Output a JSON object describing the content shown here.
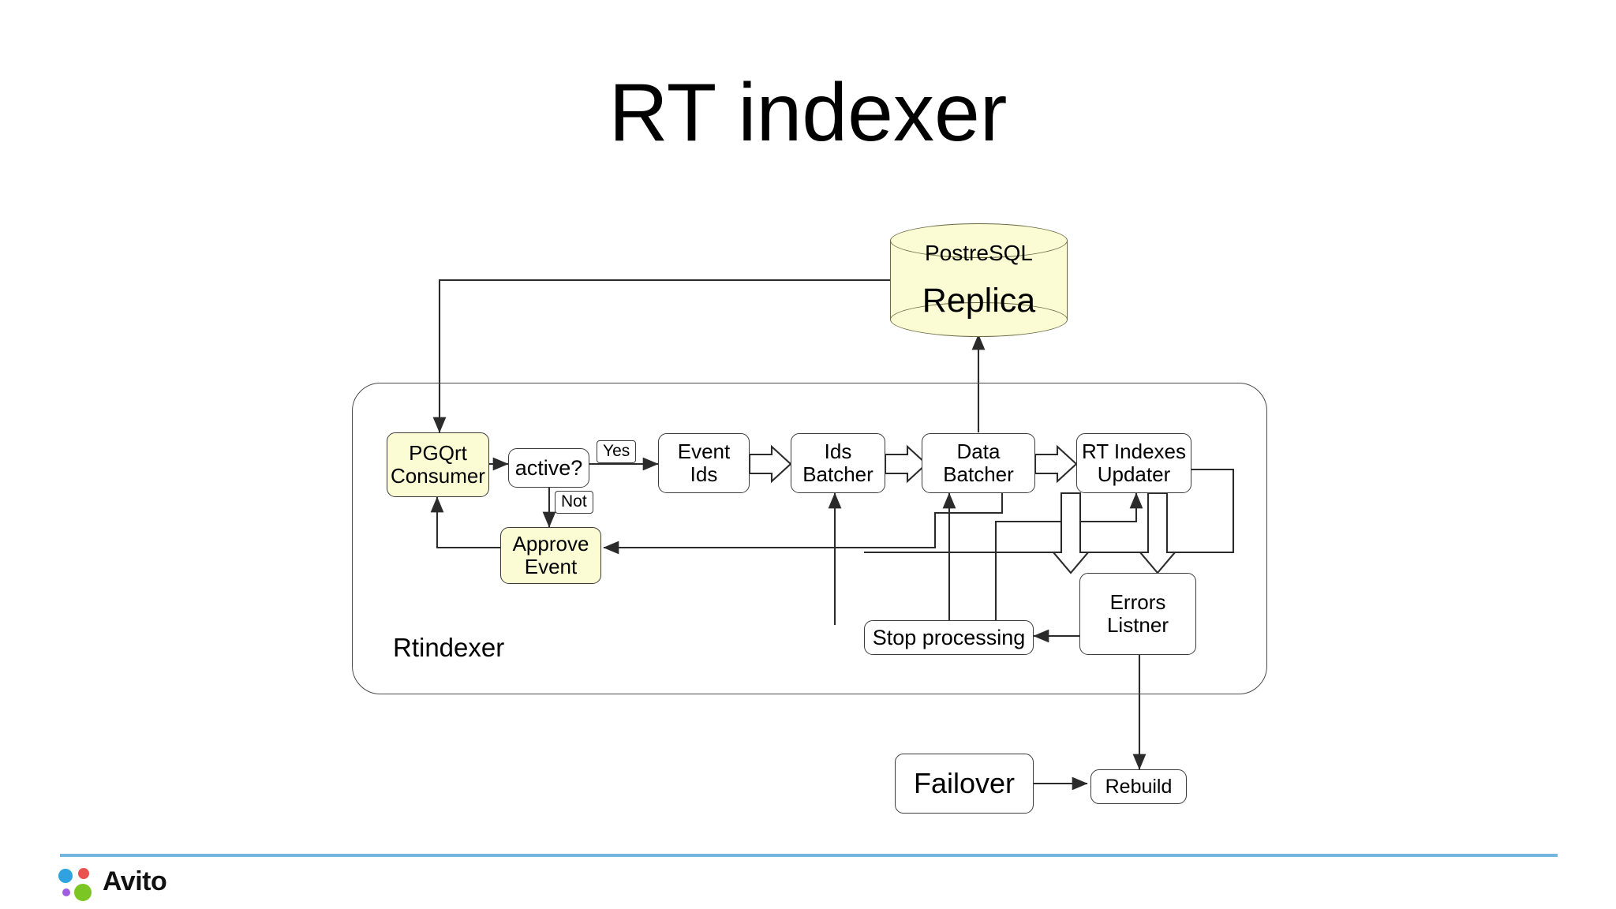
{
  "slide": {
    "title": "RT indexer",
    "background": "#ffffff"
  },
  "colors": {
    "node_fill": "#ffffff",
    "node_fill_accent": "#fbfbd4",
    "node_stroke": "#3b3b3b",
    "cylinder_fill": "#fbfbd4",
    "cylinder_stroke": "#6b6b44",
    "divider": "#74b4e0",
    "logo_blue": "#2ea3e0",
    "logo_red": "#e8534f",
    "logo_purple": "#a05de0",
    "logo_green": "#7cc623",
    "wordmark": "#111111"
  },
  "database": {
    "name": "PostreSQL",
    "instance": "Replica"
  },
  "container": {
    "label": "Rtindexer"
  },
  "nodes": {
    "pgqrt_consumer": "PGQrt\nConsumer",
    "active": "active?",
    "approve_event": "Approve\nEvent",
    "event_ids": "Event\nIds",
    "ids_batcher": "Ids\nBatcher",
    "data_batcher": "Data\nBatcher",
    "rt_indexes_updater": "RT Indexes\nUpdater",
    "errors_listner": "Errors\nListner",
    "stop_processing": "Stop processing",
    "failover": "Failover",
    "rebuild": "Rebuild"
  },
  "edge_labels": {
    "yes": "Yes",
    "not": "Not"
  },
  "footer": {
    "brand": "Avito"
  },
  "chart_data": {
    "type": "diagram",
    "title": "RT indexer",
    "nodes": [
      {
        "id": "postgresql_replica",
        "label": "PostreSQL / Replica",
        "shape": "cylinder",
        "fill": "#fbfbd4"
      },
      {
        "id": "pgqrt_consumer",
        "label": "PGQrt Consumer",
        "shape": "rounded-rect",
        "fill": "#fbfbd4",
        "group": "Rtindexer"
      },
      {
        "id": "active",
        "label": "active?",
        "shape": "rounded-rect",
        "fill": "#ffffff",
        "group": "Rtindexer"
      },
      {
        "id": "approve_event",
        "label": "Approve Event",
        "shape": "rounded-rect",
        "fill": "#fbfbd4",
        "group": "Rtindexer"
      },
      {
        "id": "event_ids",
        "label": "Event Ids",
        "shape": "rounded-rect",
        "fill": "#ffffff",
        "group": "Rtindexer"
      },
      {
        "id": "ids_batcher",
        "label": "Ids Batcher",
        "shape": "rounded-rect",
        "fill": "#ffffff",
        "group": "Rtindexer"
      },
      {
        "id": "data_batcher",
        "label": "Data Batcher",
        "shape": "rounded-rect",
        "fill": "#ffffff",
        "group": "Rtindexer"
      },
      {
        "id": "rt_indexes_updater",
        "label": "RT Indexes Updater",
        "shape": "rounded-rect",
        "fill": "#ffffff",
        "group": "Rtindexer"
      },
      {
        "id": "errors_listner",
        "label": "Errors Listner",
        "shape": "rounded-rect",
        "fill": "#ffffff",
        "group": "Rtindexer"
      },
      {
        "id": "stop_processing",
        "label": "Stop processing",
        "shape": "rounded-rect",
        "fill": "#ffffff",
        "group": "Rtindexer"
      },
      {
        "id": "failover",
        "label": "Failover",
        "shape": "rounded-rect",
        "fill": "#ffffff"
      },
      {
        "id": "rebuild",
        "label": "Rebuild",
        "shape": "rounded-rect",
        "fill": "#ffffff"
      }
    ],
    "edges": [
      {
        "from": "postgresql_replica",
        "to": "pgqrt_consumer",
        "style": "thin",
        "label": ""
      },
      {
        "from": "pgqrt_consumer",
        "to": "active",
        "style": "thin",
        "label": ""
      },
      {
        "from": "active",
        "to": "event_ids",
        "style": "thin",
        "label": "Yes"
      },
      {
        "from": "active",
        "to": "approve_event",
        "style": "thin",
        "label": "Not"
      },
      {
        "from": "approve_event",
        "to": "pgqrt_consumer",
        "style": "thin",
        "label": ""
      },
      {
        "from": "event_ids",
        "to": "ids_batcher",
        "style": "block",
        "label": ""
      },
      {
        "from": "ids_batcher",
        "to": "data_batcher",
        "style": "block",
        "label": ""
      },
      {
        "from": "data_batcher",
        "to": "rt_indexes_updater",
        "style": "block",
        "label": ""
      },
      {
        "from": "data_batcher",
        "to": "postgresql_replica",
        "style": "thin",
        "label": ""
      },
      {
        "from": "data_batcher",
        "to": "errors_listner",
        "style": "block",
        "label": ""
      },
      {
        "from": "rt_indexes_updater",
        "to": "errors_listner",
        "style": "block",
        "label": ""
      },
      {
        "from": "rt_indexes_updater",
        "to": "approve_event",
        "style": "thin",
        "label": ""
      },
      {
        "from": "errors_listner",
        "to": "stop_processing",
        "style": "thin",
        "label": ""
      },
      {
        "from": "stop_processing",
        "to": "ids_batcher",
        "style": "thin",
        "label": ""
      },
      {
        "from": "stop_processing",
        "to": "data_batcher",
        "style": "thin",
        "label": ""
      },
      {
        "from": "stop_processing",
        "to": "rt_indexes_updater",
        "style": "thin",
        "label": ""
      },
      {
        "from": "errors_listner",
        "to": "rebuild",
        "style": "thin",
        "label": ""
      },
      {
        "from": "failover",
        "to": "rebuild",
        "style": "thin",
        "label": ""
      }
    ]
  }
}
